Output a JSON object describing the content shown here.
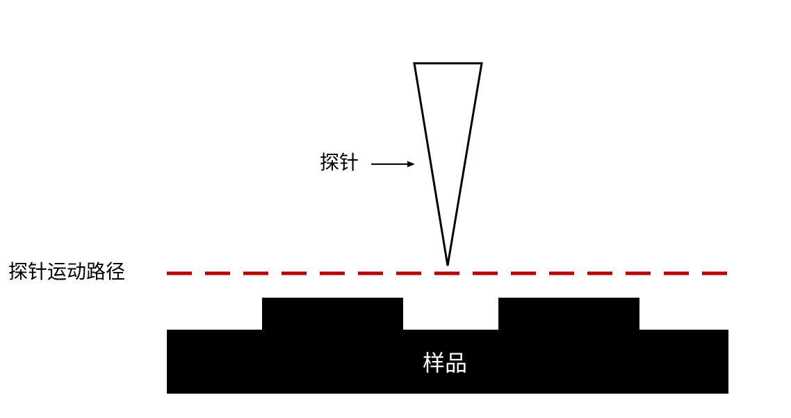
{
  "labels": {
    "probe": "探针",
    "probe_path": "探针运动路径",
    "sample": "样品"
  },
  "colors": {
    "background": "#ffffff",
    "probe_outline": "#000000",
    "path_dash": "#c00000",
    "sample_fill": "#000000",
    "sample_text": "#ffffff"
  }
}
